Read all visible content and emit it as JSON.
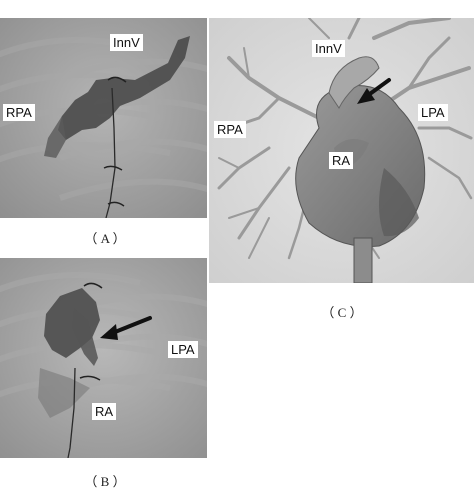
{
  "panel_a": {
    "caption": "（ A ）",
    "labels": {
      "innv": "InnV",
      "rpa": "RPA"
    }
  },
  "panel_b": {
    "caption": "（ B ）",
    "labels": {
      "lpa": "LPA",
      "ra": "RA"
    }
  },
  "panel_c": {
    "caption": "（ C ）",
    "labels": {
      "innv": "InnV",
      "rpa": "RPA",
      "lpa": "LPA",
      "ra": "RA"
    }
  },
  "colors": {
    "xray_background": "#9a9a9a",
    "contrast_vessel": "#4a4a4a",
    "render_background": "#d8d8d8",
    "render_vessel": "#8a8a8a",
    "arrow": "#111111"
  }
}
